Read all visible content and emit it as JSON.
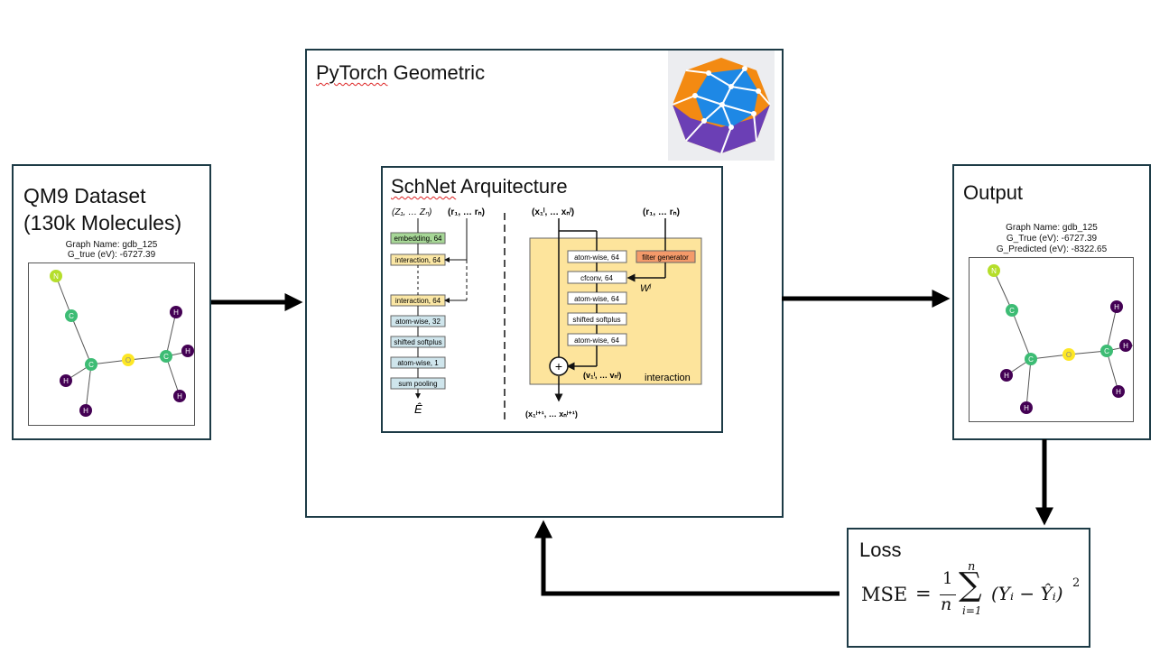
{
  "dataset": {
    "title_line1": "QM9 Dataset",
    "title_line2": "(130k Molecules)",
    "graph_name": "Graph Name: gdb_125",
    "g_true": "G_true (eV): -6727.39"
  },
  "pyg": {
    "title_pre": "PyTorch",
    "title_post": " Geometric"
  },
  "schnet": {
    "title_pre": "SchNet",
    "title_post": " Arquitecture",
    "left_input": "(Z₁, … Zₙ)",
    "left_input2": "(r₁, … rₙ)",
    "layers": [
      "embedding, 64",
      "interaction, 64",
      "interaction, 64",
      "atom-wise, 32",
      "shifted softplus",
      "atom-wise, 1",
      "sum pooling"
    ],
    "energy": "Ê",
    "right_input_x": "(x₁ˡ, … xₙˡ)",
    "right_input_r": "(r₁, … rₙ)",
    "inter_layers": [
      "atom-wise, 64",
      "cfconv, 64",
      "atom-wise, 64",
      "shifted softplus",
      "atom-wise, 64"
    ],
    "filter": "filter generator",
    "w_label": "Wˡ",
    "v_label": "(v₁ˡ, … vₙˡ)",
    "interaction": "interaction",
    "output_label": "(x₁ˡ⁺¹, … xₙˡ⁺¹)",
    "plus": "+"
  },
  "output": {
    "title": "Output",
    "graph_name": "Graph Name: gdb_125",
    "g_true": "G_True (eV): -6727.39",
    "g_pred": "G_Predicted (eV): -8322.65"
  },
  "loss": {
    "title": "Loss",
    "mse": "MSE",
    "eq": "=",
    "frac_num": "1",
    "frac_den": "n",
    "sum_top": "n",
    "sum_bot": "i=1",
    "body": "(Yᵢ − Ŷᵢ)",
    "power": "2"
  },
  "atoms": {
    "N": "N",
    "C": "C",
    "O": "O",
    "H": "H"
  },
  "colors": {
    "border": "#1d3b46",
    "atom_N": "#b5de2b",
    "atom_C": "#3dbc74",
    "atom_O": "#fde725",
    "atom_H": "#440154",
    "layer_green": "#a6d796",
    "layer_yellow": "#fbe7a5",
    "layer_blue": "#cfe5ec",
    "interaction_bg": "#fde49c",
    "filter_bg": "#f49a6a"
  }
}
